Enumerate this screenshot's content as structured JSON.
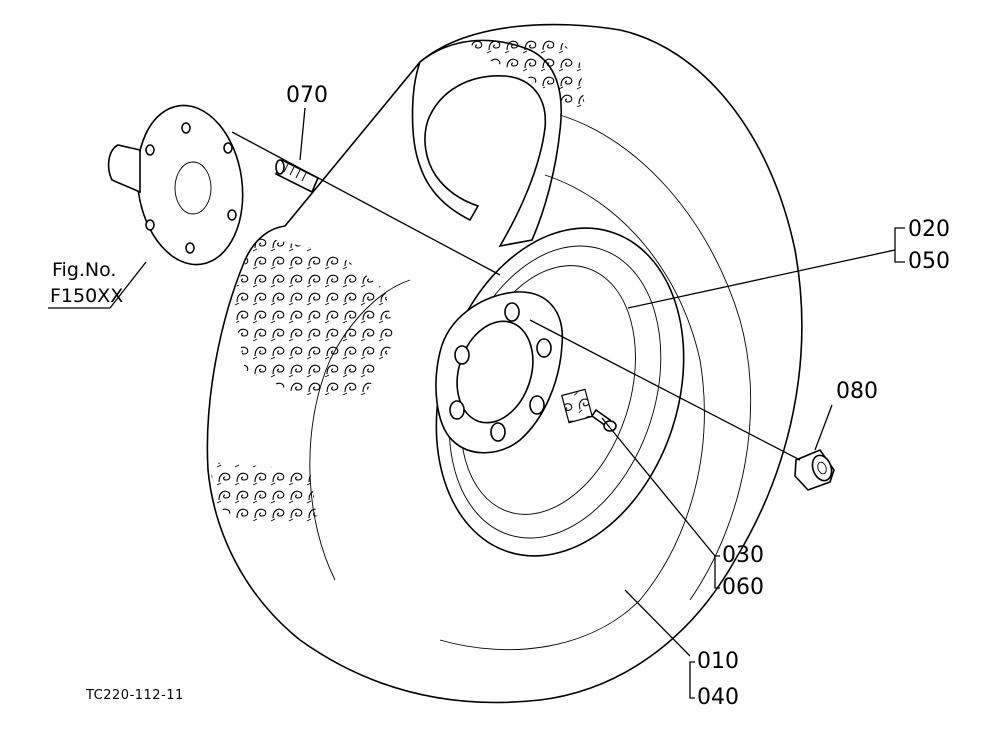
{
  "figure": {
    "code": "TC220-112-11",
    "reference": {
      "line1": "Fig.No.",
      "line2": "F150XX"
    }
  },
  "callouts": {
    "p020": "020",
    "p050": "050",
    "p070": "070",
    "p080": "080",
    "p030": "030",
    "p060": "060",
    "p010": "010",
    "p040": "040"
  }
}
